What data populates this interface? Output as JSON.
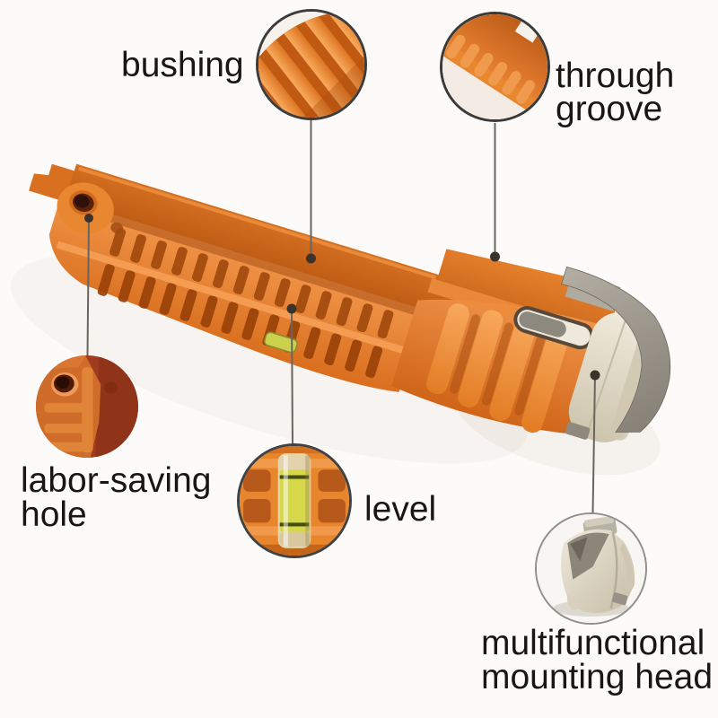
{
  "scene": {
    "background_color": "#fcfbf9"
  },
  "palette": {
    "tool_orange": "#e0762a",
    "tool_orange_light": "#f5a158",
    "tool_orange_dark": "#b35412",
    "head_cream": "#e7e0cf",
    "metal_gray": "#9c978d",
    "level_vial_yellow": "#d6d84a",
    "label_text": "#181715",
    "leader_line": "#69645f"
  },
  "callouts": {
    "bushing": {
      "label": "bushing"
    },
    "through_groove": {
      "line1": "through",
      "line2": "groove"
    },
    "labor_saving_hole": {
      "line1": "labor-saving",
      "line2": "hole"
    },
    "level": {
      "label": "level"
    },
    "mounting_head": {
      "line1": "multifunctional",
      "line2": "mounting head"
    }
  }
}
